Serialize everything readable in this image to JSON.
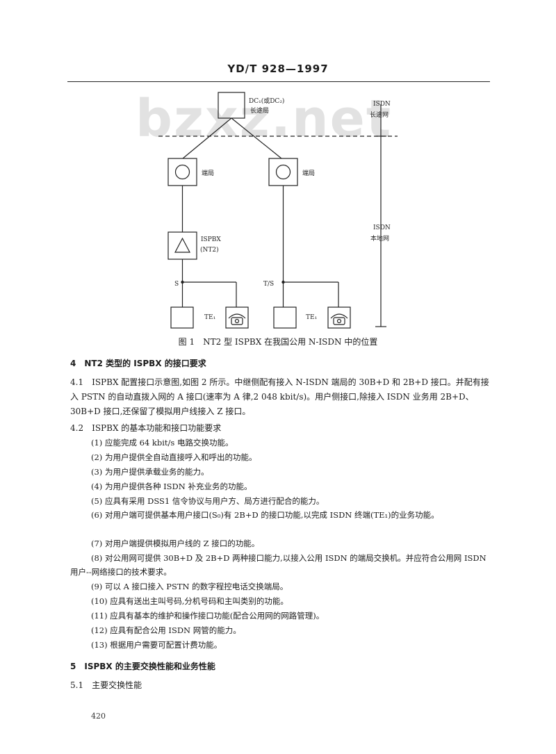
{
  "header": {
    "title": "YD/T 928—1997"
  },
  "watermark": {
    "text": "bzxz.net"
  },
  "figure": {
    "dc_label": "DC₁(或DC₂)",
    "dc_sublabel": "长途局",
    "isdn_long": "ISDN",
    "isdn_long_sub": "长途网",
    "local_left": "端局",
    "local_right": "端局",
    "ispbx_label": "ISPBX",
    "ispbx_sub": "(NT2)",
    "isdn_local": "ISDN",
    "isdn_local_sub": "本地网",
    "s_label": "S",
    "ts_label": "T/S",
    "te_left": "TE₁",
    "te_right": "TE₁",
    "caption": "图 1　NT2 型 ISPBX 在我国公用 N-ISDN 中的位置"
  },
  "sections": {
    "s4_title": "4　NT2 类型的 ISPBX 的接口要求",
    "p41": "4.1　ISPBX 配置接口示意图,如图 2 所示。中继侧配有接入 N-ISDN 端局的 30B+D 和 2B+D 接口。并配有接入 PSTN 的自动直拨入网的 A 接口(速率为 A 律,2 048 kbit/s)。用户侧接口,除接入 ISDN 业务用 2B+D、30B+D 接口,还保留了模拟用户线接入 Z 接口。",
    "p42": "4.2　ISPBX 的基本功能和接口功能要求",
    "items": [
      "(1) 应能完成 64 kbit/s 电路交换功能。",
      "(2) 为用户提供全自动直接呼入和呼出的功能。",
      "(3) 为用户提供承载业务的能力。",
      "(4) 为用户提供各种 ISDN 补充业务的功能。",
      "(5) 应具有采用 DSS1 信令协议与用户方、局方进行配合的能力。",
      "(6) 对用户端可提供基本用户接口(S₀)有 2B+D 的接口功能,以完成 ISDN 终端(TE₁)的业务功能。",
      "(7) 对用户端提供模拟用户线的 Z 接口的功能。",
      "(8) 对公用网可提供 30B+D 及 2B+D 两种接口能力,以接入公用 ISDN 的端局交换机。并应符合公用网 ISDN 用户--网络接口的技术要求。",
      "(9) 可以 A 接口接入 PSTN 的数字程控电话交换端局。",
      "(10) 应具有送出主叫号码,分机号码和主叫类别的功能。",
      "(11) 应具有基本的维护和操作接口功能(配合公用网的网路管理)。",
      "(12) 应具有配合公用 ISDN 网管的能力。",
      "(13) 根据用户需要可配置计费功能。"
    ],
    "s5_title": "5　ISPBX 的主要交换性能和业务性能",
    "p51": "5.1　主要交换性能"
  },
  "footer": {
    "page": "420"
  }
}
